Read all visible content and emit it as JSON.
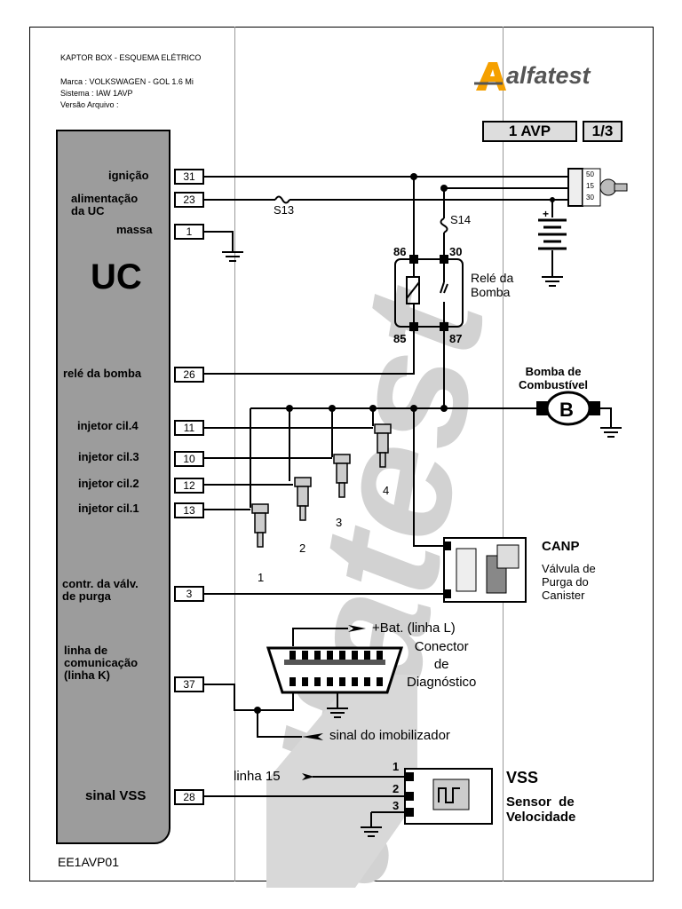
{
  "header": {
    "title": "KAPTOR BOX - ESQUEMA ELÉTRICO",
    "marca": "Marca   : VOLKSWAGEN - GOL 1.6 Mi",
    "sistema": "Sistema : IAW 1AVP",
    "versao": "Versão Arquivo :"
  },
  "brand": {
    "name": "alfatest",
    "accent_color": "#f5a000",
    "text_color": "#555555"
  },
  "tags": {
    "system": "1 AVP",
    "page": "1/3"
  },
  "uc": {
    "title": "UC",
    "pins": [
      {
        "label": "ignição",
        "pin": "31"
      },
      {
        "label": "alimentação\nda UC",
        "pin": "23"
      },
      {
        "label": "massa",
        "pin": "1"
      },
      {
        "label": "relé da bomba",
        "pin": "26"
      },
      {
        "label": "injetor cil.4",
        "pin": "11"
      },
      {
        "label": "injetor cil.3",
        "pin": "10"
      },
      {
        "label": "injetor cil.2",
        "pin": "12"
      },
      {
        "label": "injetor cil.1",
        "pin": "13"
      },
      {
        "label": "contr. da válv.\nde purga",
        "pin": "3"
      },
      {
        "label": "linha de\ncomunicação\n(linha K)",
        "pin": "37"
      },
      {
        "label": "sinal VSS",
        "pin": "28"
      }
    ]
  },
  "fuses": {
    "s13": "S13",
    "s14": "S14"
  },
  "ignition_switch": {
    "t50": "50",
    "t15": "15",
    "t30": "30"
  },
  "relay": {
    "name": "Relé da\nBomba",
    "t86": "86",
    "t30": "30",
    "t85": "85",
    "t87": "87"
  },
  "pump": {
    "title": "Bomba de\nCombustível",
    "symbol": "B"
  },
  "injectors": {
    "n1": "1",
    "n2": "2",
    "n3": "3",
    "n4": "4"
  },
  "canp": {
    "title": "CANP",
    "desc": "Válvula de\nPurga do\nCanister"
  },
  "diag": {
    "bat": "+Bat. (linha L)",
    "title": "Conector\nde\nDiagnóstico",
    "immo": "sinal do imobilizador"
  },
  "vss": {
    "line15": "linha 15",
    "t1": "1",
    "t2": "2",
    "t3": "3",
    "title": "VSS",
    "desc": "Sensor  de\nVelocidade"
  },
  "footer": {
    "code": "EE1AVP01"
  }
}
